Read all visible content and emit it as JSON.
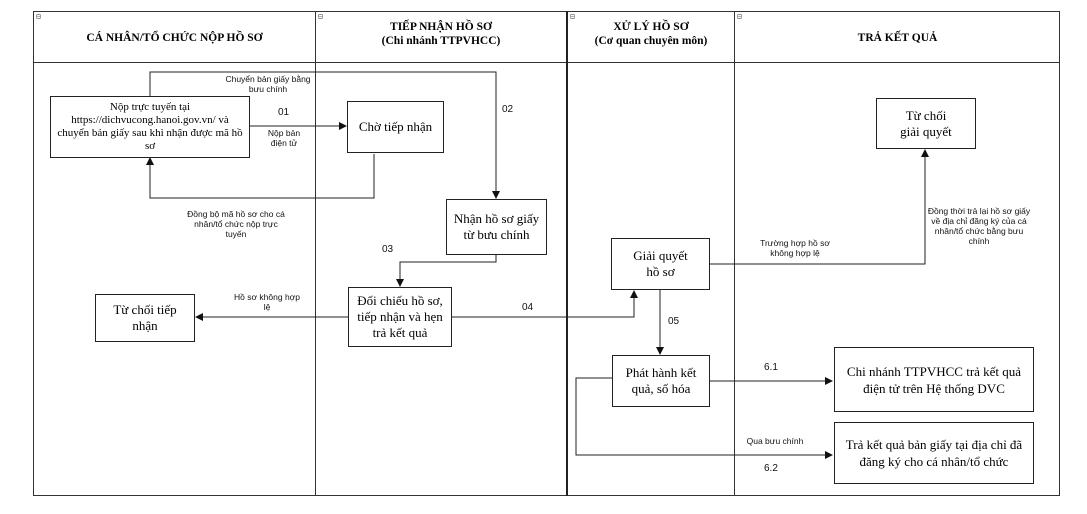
{
  "lanes": [
    {
      "title": "CÁ NHÂN/TỔ CHỨC NỘP HỒ SƠ",
      "subtitle": ""
    },
    {
      "title": "TIẾP NHẬN HỒ SƠ",
      "subtitle": "(Chi nhánh TTPVHCC)"
    },
    {
      "title": "XỬ LÝ HỒ SƠ",
      "subtitle": "(Cơ quan chuyên môn)"
    },
    {
      "title": "TRẢ KẾT QUẢ",
      "subtitle": ""
    }
  ],
  "lane_marker": "⊟",
  "boxes": {
    "submit_online": "Nộp trực tuyến tại https://dichvucong.hanoi.gov.vn/ và chuyển bản giấy sau khi nhận được mã hồ sơ",
    "wait_receive": "Chờ tiếp nhận",
    "receive_paper": "Nhận hồ sơ giấy từ bưu chính",
    "verify": "Đối chiếu hồ sơ, tiếp nhận và hẹn trả kết quả",
    "reject_receive": "Từ chối tiếp nhận",
    "resolve": "Giải quyết hồ sơ",
    "publish": "Phát hành kết quả, số hóa",
    "reject_resolve": "Từ chối giải quyết",
    "return_electronic": "Chi nhánh TTPVHCC trả kết quả điện tử trên Hệ thống DVC",
    "return_paper": "Trả kết quả bản giấy tại địa chỉ đã đăng ký cho cá nhân/tổ chức"
  },
  "labels": {
    "paper_via_post": "Chuyển bản giấy bằng bưu chính",
    "electronic_submit": "Nộp bản điện tử",
    "sync_code": "Đồng bộ mã hồ sơ cho cá nhân/tổ chức nộp trực tuyến",
    "invalid_file": "Hồ sơ không hợp lệ",
    "invalid_case": "Trường hợp hồ sơ không hợp lệ",
    "return_paper_note": "Đồng thời trả lại hồ sơ giấy về địa chỉ đăng ký của cá nhân/tổ chức bằng bưu chính",
    "via_post": "Qua bưu chính"
  },
  "steps": {
    "s01": "01",
    "s02": "02",
    "s03": "03",
    "s04": "04",
    "s05": "05",
    "s61": "6.1",
    "s62": "6.2"
  }
}
